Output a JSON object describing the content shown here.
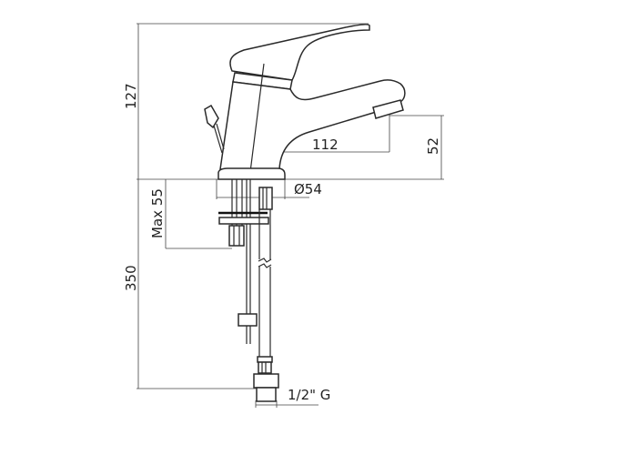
{
  "drawing": {
    "title": "Basin mixer dimensional drawing",
    "dimensions": {
      "total_height": "127",
      "spout_reach": "112",
      "spout_height": "52",
      "base_diameter": "Ø54",
      "max_deck_thickness": "Max 55",
      "hose_length": "350",
      "connection": "1/2\" G"
    },
    "line_color": "#2a2a2a"
  }
}
